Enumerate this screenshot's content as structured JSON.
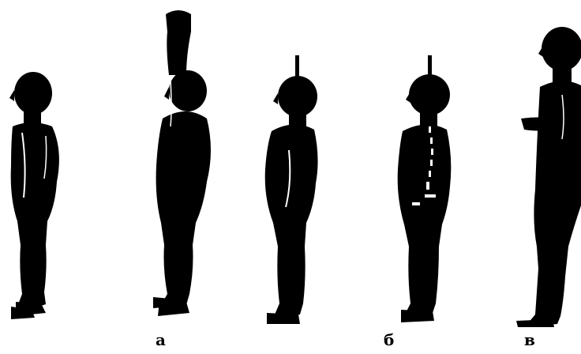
{
  "labels": {
    "a": "а",
    "b": "б",
    "v": "в"
  },
  "colors": {
    "silhouette": "#000000",
    "background": "#ffffff",
    "highlight": "#ffffff"
  }
}
